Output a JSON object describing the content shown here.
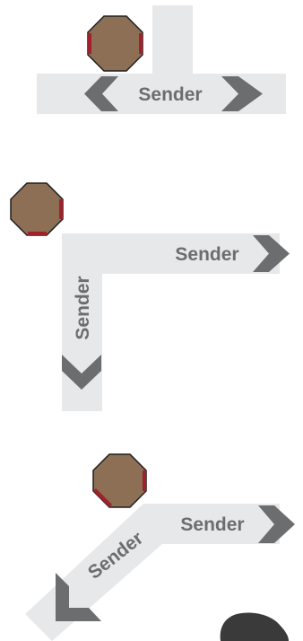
{
  "colors": {
    "background": "#ffffff",
    "track": "#e7e8e9",
    "arrow": "#6c6d6f",
    "label": "#6c6d6f",
    "robot_body": "#8c6f55",
    "robot_outline": "#1f1f1f",
    "robot_accent": "#a0212a",
    "blob": "#3a3a3a"
  },
  "diagrams": [
    {
      "layout": "t-junction",
      "labels": [
        "Sender"
      ],
      "icon": "robot-octagon-icon"
    },
    {
      "layout": "l-corner",
      "labels": [
        "Sender",
        "Sender"
      ],
      "icon": "robot-octagon-icon"
    },
    {
      "layout": "angled-corner",
      "labels": [
        "Sender",
        "Sender"
      ],
      "icon": "robot-octagon-icon"
    }
  ],
  "partial_object": {
    "icon": "dark-blob-icon"
  }
}
